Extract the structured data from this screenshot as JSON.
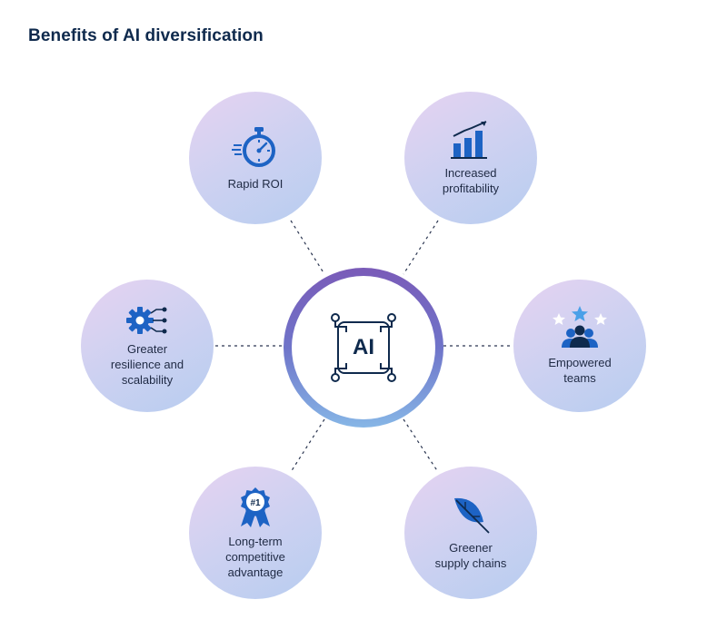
{
  "title": "Benefits of AI diversification",
  "center": {
    "label": "AI"
  },
  "benefits": [
    {
      "label": "Rapid ROI",
      "icon": "stopwatch-icon"
    },
    {
      "label": "Increased\nprofitability",
      "icon": "bar-chart-growth-icon"
    },
    {
      "label": "Greater\nresilience and\nscalability",
      "icon": "gear-network-icon"
    },
    {
      "label": "Empowered\nteams",
      "icon": "team-stars-icon"
    },
    {
      "label": "Long-term\ncompetitive\nadvantage",
      "icon": "award-badge-icon"
    },
    {
      "label": "Greener\nsupply chains",
      "icon": "leaf-icon"
    }
  ],
  "colors": {
    "title": "#0f2a4d",
    "icon_blue": "#1d63c4",
    "icon_light": "#4aa0e8",
    "ring_start": "#7a5bb8",
    "ring_end": "#86b6e6"
  }
}
